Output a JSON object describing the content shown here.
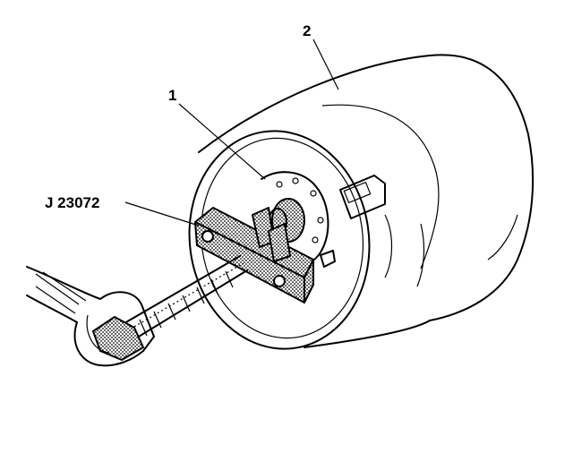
{
  "callouts": {
    "item_1": "1",
    "item_2": "2",
    "tool": "J 23072"
  },
  "colors": {
    "ink": "#000000",
    "paper": "#ffffff"
  }
}
